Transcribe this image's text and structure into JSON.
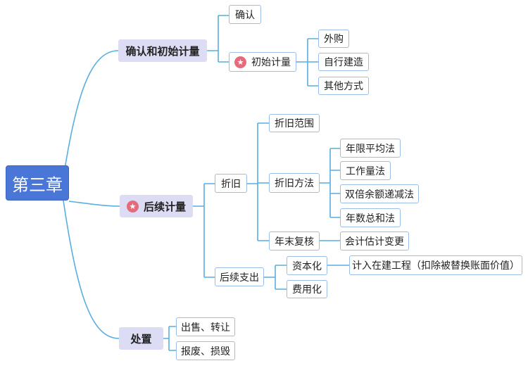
{
  "mindmap": {
    "root": "第三章",
    "branches": [
      {
        "label": "确认和初始计量",
        "children": [
          {
            "label": "确认"
          },
          {
            "label": "初始计量",
            "icon": "star-icon",
            "children": [
              {
                "label": "外购"
              },
              {
                "label": "自行建造"
              },
              {
                "label": "其他方式"
              }
            ]
          }
        ]
      },
      {
        "label": "后续计量",
        "icon": "star-icon",
        "children": [
          {
            "label": "折旧",
            "children": [
              {
                "label": "折旧范围"
              },
              {
                "label": "折旧方法",
                "children": [
                  {
                    "label": "年限平均法"
                  },
                  {
                    "label": "工作量法"
                  },
                  {
                    "label": "双倍余额递减法"
                  },
                  {
                    "label": "年数总和法"
                  }
                ]
              },
              {
                "label": "年末复核",
                "children": [
                  {
                    "label": "会计估计变更"
                  }
                ]
              }
            ]
          },
          {
            "label": "后续支出",
            "children": [
              {
                "label": "资本化",
                "children": [
                  {
                    "label": "计入在建工程（扣除被替换账面价值）"
                  }
                ]
              },
              {
                "label": "费用化"
              }
            ]
          }
        ]
      },
      {
        "label": "处置",
        "children": [
          {
            "label": "出售、转让"
          },
          {
            "label": "报废、损毁"
          }
        ]
      }
    ]
  },
  "colors": {
    "root_fill": "#4a76d8",
    "main_fill": "#dcdcf4",
    "leaf_border": "#9bbde6",
    "line": "#5aaee0",
    "star_icon": "#e56b7a"
  }
}
